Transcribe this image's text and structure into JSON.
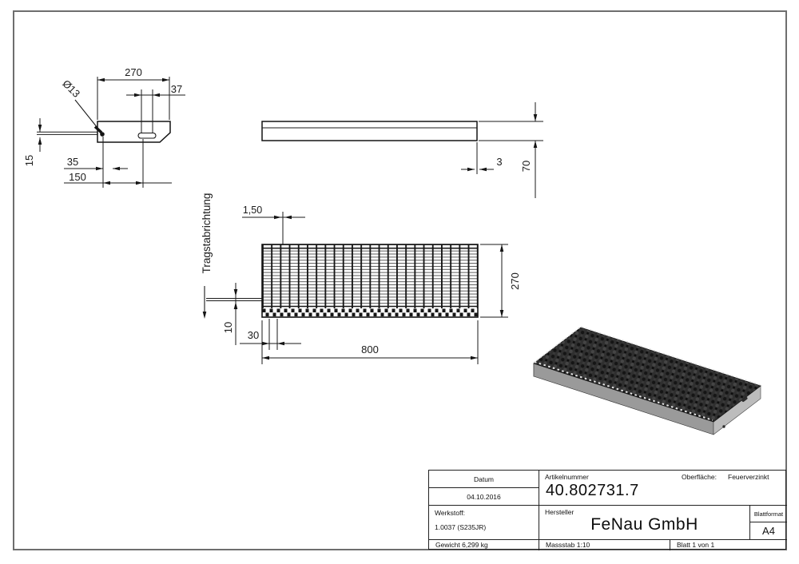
{
  "colors": {
    "page_border": "#6e6e6e",
    "line": "#1a1a1a",
    "mesh_dark": "#2f2f2f",
    "face_gray": "#9a9a9a"
  },
  "side_view": {
    "dim_width": "270",
    "dim_slot": "37",
    "dim_hole": "Ø13",
    "dim_35": "35",
    "dim_150": "150",
    "dim_15": "15"
  },
  "front_view": {
    "dim_thickness": "3",
    "dim_height": "70"
  },
  "top_view": {
    "dim_bar": "1,50",
    "dim_depth": "270",
    "dim_10": "10",
    "dim_30": "30",
    "dim_length": "800",
    "direction_label": "Tragstabrichtung"
  },
  "title_block": {
    "datum_label": "Datum",
    "datum_value": "04.10.2016",
    "artikelnummer_label": "Artikelnummer",
    "artikelnummer_value": "40.802731.7",
    "oberflaeche_label": "Oberfläche:",
    "oberflaeche_value": "Feuerverzinkt",
    "werkstoff_label": "Werkstoff:",
    "werkstoff_value": "1.0037 (S235JR)",
    "hersteller_label": "Hersteller",
    "hersteller_value": "FeNau GmbH",
    "blattformat_label": "Blattformat",
    "blattformat_value": "A4",
    "gewicht_text": "Gewicht 6,299 kg",
    "massstab_text": "Massstab 1:10",
    "blatt_text": "Blatt 1 von 1"
  }
}
